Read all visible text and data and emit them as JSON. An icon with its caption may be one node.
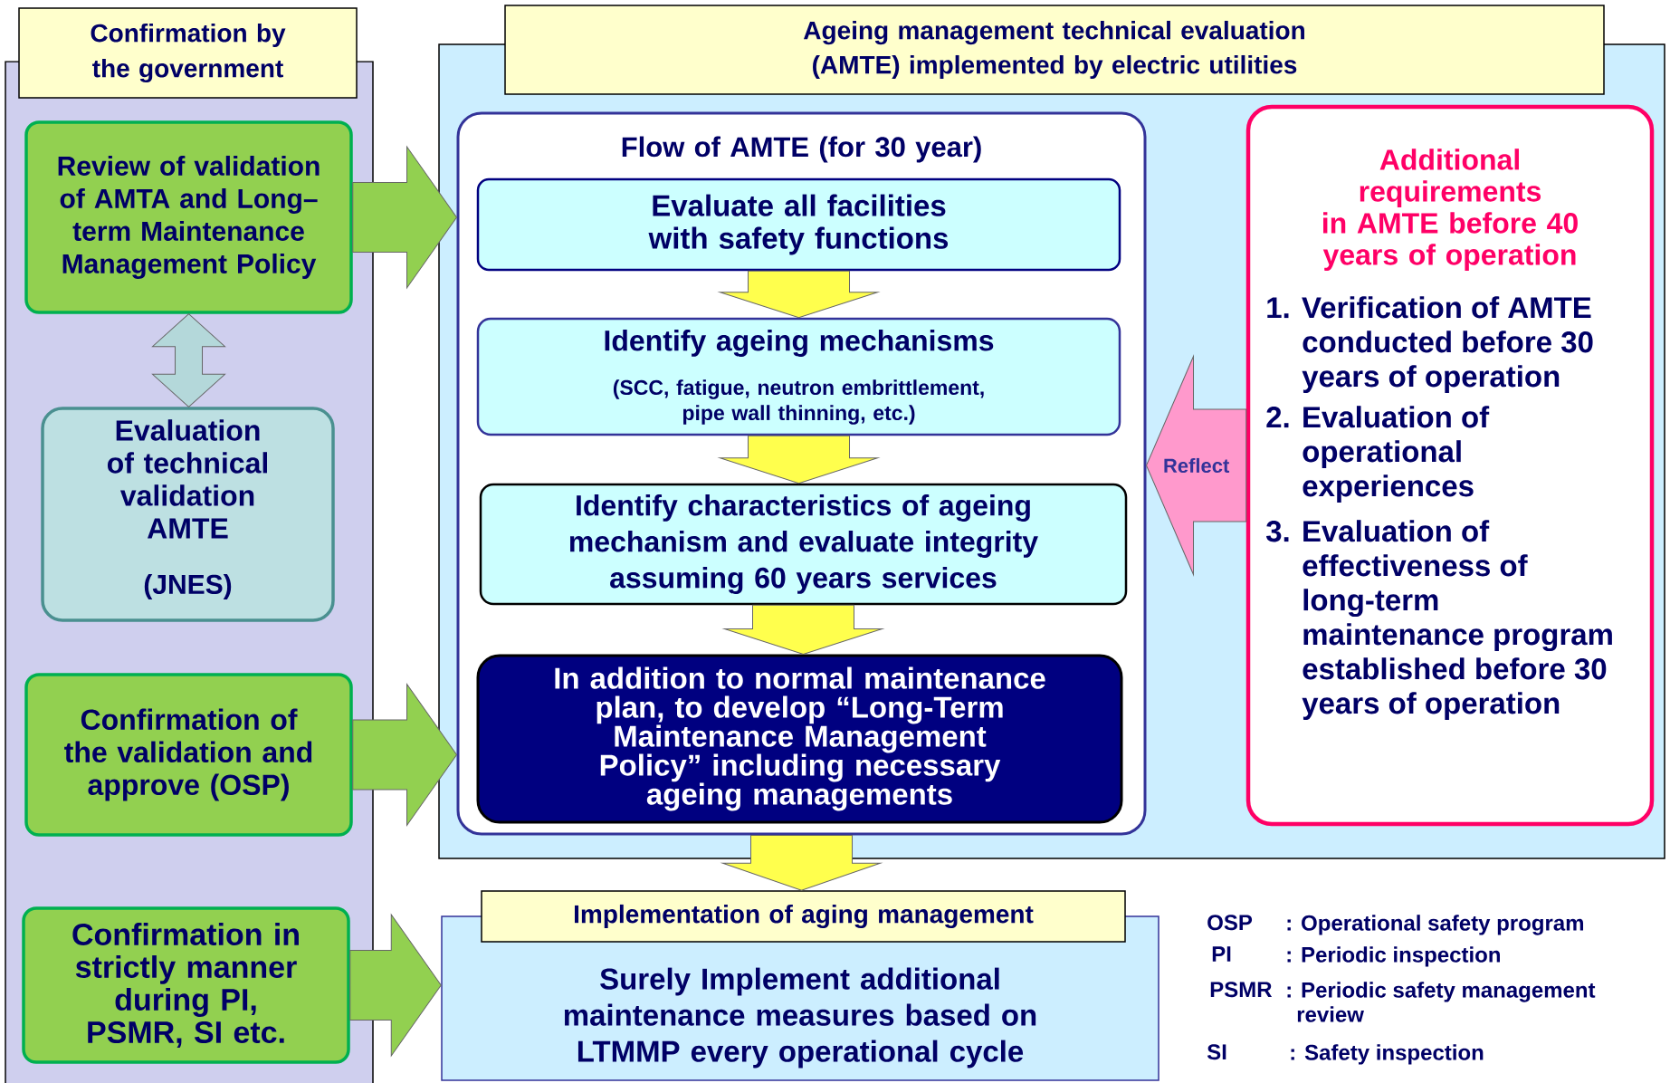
{
  "diagram": {
    "nodes": [
      {
        "text": [
          "Confirmation by the government"
        ]
      },
      {
        "text": [
          "Review of validation of AMTA and Long–term Maintenance Management Policy"
        ],
        "in": 0
      },
      {
        "text": [
          "Evaluation of technical validation AMTE",
          "(JNES)"
        ],
        "in": 0
      },
      {
        "text": [
          "Confirmation of the validation and approve (OSP)"
        ],
        "in": 0
      },
      {
        "text": [
          "Confirmation in strictly manner during PI, PSMR, SI etc."
        ],
        "in": 0
      },
      {
        "text": [
          "Ageing management technical evaluation (AMTE) implemented by electric utilities"
        ]
      },
      {
        "text": [
          "Flow of AMTE (for 30 year)"
        ],
        "in": 5
      },
      {
        "text": [
          "Evaluate all facilities with safety functions"
        ],
        "in": 6
      },
      {
        "text": [
          "Identify ageing mechanisms",
          "(SCC, fatigue, neutron embrittlement, pipe wall thinning, etc.)"
        ],
        "in": 6
      },
      {
        "text": [
          "Identify characteristics of ageing mechanism and evaluate integrity assuming 60 years services"
        ],
        "in": 6
      },
      {
        "text": [
          "In addition to normal maintenance plan, to develop “Long-Term Maintenance Management Policy” including necessary ageing managements"
        ],
        "in": 6
      },
      {
        "text": [
          "Additional requirements in AMTE before 40 years of operation",
          "1. Verification of AMTE conducted before 30 years of operation",
          "2. Evaluation of operational experiences",
          "3. Evaluation of effectiveness of long-term maintenance program established before  30 years of operation"
        ],
        "in": 5
      },
      {
        "text": [
          "Implementation of aging management",
          "Surely Implement additional maintenance measures based on LTMMP every operational cycle"
        ]
      }
    ],
    "edges": [
      {
        "from": 1,
        "to": 6,
        "arrow": "to",
        "color": "#92d050"
      },
      {
        "from": 1,
        "to": 2,
        "arrow": "both",
        "color": "#b4d8da"
      },
      {
        "from": 3,
        "to": 6,
        "arrow": "to",
        "color": "#92d050"
      },
      {
        "from": 4,
        "to": 12,
        "arrow": "to",
        "color": "#92d050"
      },
      {
        "from": 7,
        "to": 8,
        "arrow": "to"
      },
      {
        "from": 8,
        "to": 9,
        "arrow": "to"
      },
      {
        "from": 9,
        "to": 10,
        "arrow": "to"
      },
      {
        "from": 6,
        "to": 12,
        "arrow": "to"
      },
      {
        "from": 11,
        "to": 6,
        "arrow": "to",
        "label": "Reflect",
        "color": "#ff99cc"
      }
    ],
    "labels": [
      "OSP",
      ": Operational safety program",
      "PI",
      ": Periodic inspection",
      "PSMR",
      ": Periodic safety management review",
      "SI",
      ": Safety inspection"
    ]
  }
}
